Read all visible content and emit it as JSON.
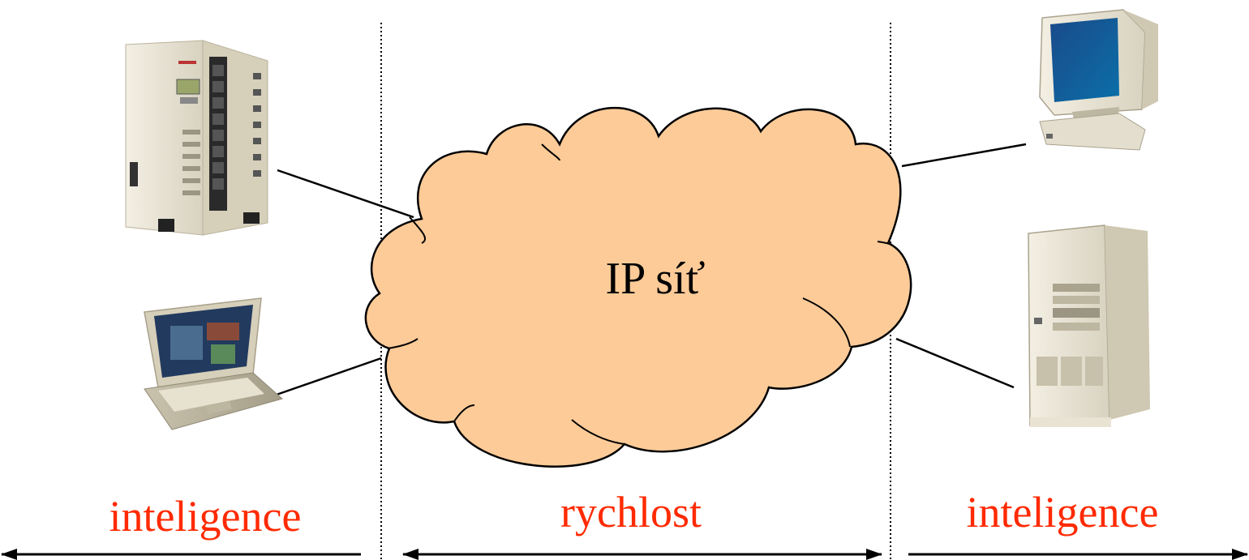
{
  "cloud": {
    "label": "IP síť",
    "fill": "#fdcb98",
    "stroke": "#000000"
  },
  "sections": {
    "left_label": "inteligence",
    "center_label": "rychlost",
    "right_label": "inteligence",
    "label_color": "#ff2a00"
  },
  "devices": {
    "left_top": "server-tower-icon",
    "left_bottom": "laptop-icon",
    "right_top": "desktop-monitor-icon",
    "right_bottom": "tower-pc-icon"
  }
}
